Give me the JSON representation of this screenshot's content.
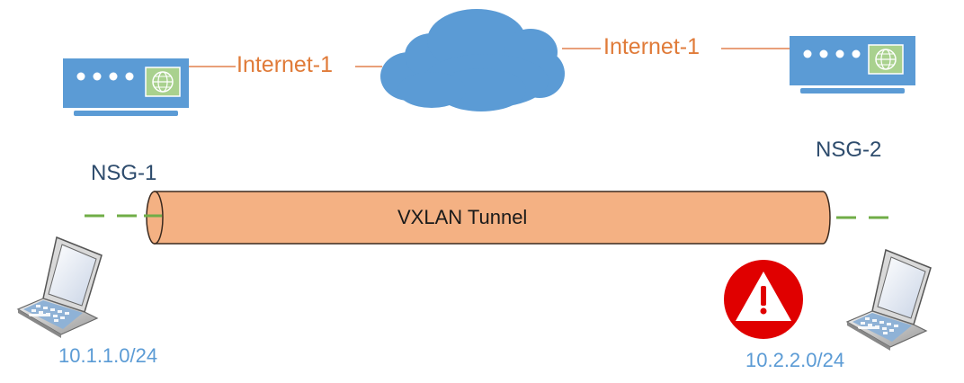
{
  "colors": {
    "device_blue": "#5B9BD5",
    "device_globe_bg": "#A9D18E",
    "link_orange": "#E9A07A",
    "link_text": "#E07B39",
    "tunnel_fill": "#F4B183",
    "tunnel_stroke": "#3B2A1F",
    "lan_dash": "#70AD47",
    "nsg_text": "#2E4C6D",
    "subnet_text": "#5B9BD5",
    "alert_red": "#E00000"
  },
  "links": {
    "left_label": "Internet-1",
    "right_label": "Internet-1"
  },
  "nodes": {
    "nsg1": {
      "label": "NSG-1",
      "icon": "router-icon"
    },
    "nsg2": {
      "label": "NSG-2",
      "icon": "router-icon"
    },
    "cloud": {
      "icon": "cloud-icon"
    },
    "laptop1": {
      "icon": "laptop-icon",
      "subnet": "10.1.1.0/24"
    },
    "laptop2": {
      "icon": "laptop-icon",
      "subnet": "10.2.2.0/24"
    }
  },
  "tunnel": {
    "label": "VXLAN Tunnel"
  },
  "alert": {
    "icon": "warning-icon",
    "symbol": "!"
  }
}
